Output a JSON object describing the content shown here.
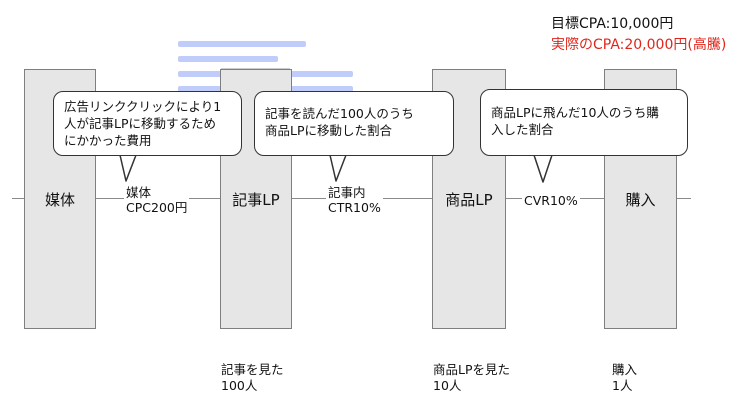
{
  "target": {
    "label": "目標CPA:10,000円",
    "actual": "実際のCPA:20,000円(高騰)",
    "actual_color": "#e0261b"
  },
  "stages": [
    {
      "label": "媒体"
    },
    {
      "label": "記事LP"
    },
    {
      "label": "商品LP"
    },
    {
      "label": "購入"
    }
  ],
  "edges": [
    {
      "lines": [
        "媒体",
        "CPC200円"
      ]
    },
    {
      "lines": [
        "記事内",
        "CTR10%"
      ]
    },
    {
      "lines": [
        "CVR10%"
      ]
    }
  ],
  "callouts": [
    {
      "lines": [
        "広告リンククリックにより1",
        "人が記事LPに移動するため",
        "にかかった費用"
      ]
    },
    {
      "lines": [
        "記事を読んだ100人のうち",
        "商品LPに移動した割合"
      ]
    },
    {
      "lines": [
        "商品LPに飛んだ10人のうち購",
        "入した割合"
      ]
    }
  ],
  "counts": [
    {
      "lines": [
        "記事を見た",
        "100人"
      ]
    },
    {
      "lines": [
        "商品LPを見た",
        "10人"
      ]
    },
    {
      "lines": [
        "購入",
        "1人"
      ]
    }
  ],
  "colors": {
    "stage_fill": "#e6e6e6",
    "stage_border": "#7f7f7f",
    "ghost_blue": "#4a6cf0",
    "ghost_pink": "#e86aa8"
  }
}
